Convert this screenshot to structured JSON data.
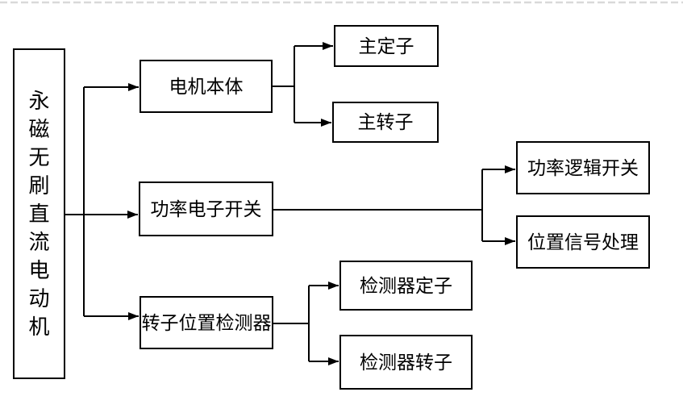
{
  "canvas": {
    "background": "#ffffff",
    "line_color": "#000000",
    "top_dashed_line_color": "#d9d9d9"
  },
  "diagram": {
    "type": "tree",
    "nodes": {
      "root": {
        "label": "永磁无刷直流电动机"
      },
      "motor_body": {
        "label": "电机本体"
      },
      "main_stator": {
        "label": "主定子"
      },
      "main_rotor": {
        "label": "主转子"
      },
      "power_switch": {
        "label": "功率电子开关"
      },
      "power_logic": {
        "label": "功率逻辑开关"
      },
      "position_signal": {
        "label": "位置信号处理"
      },
      "rotor_detector": {
        "label": "转子位置检测器"
      },
      "detector_stator": {
        "label": "检测器定子"
      },
      "detector_rotor": {
        "label": "检测器转子"
      }
    },
    "edges": [
      {
        "from": "root",
        "to": "motor_body"
      },
      {
        "from": "root",
        "to": "power_switch"
      },
      {
        "from": "root",
        "to": "rotor_detector"
      },
      {
        "from": "motor_body",
        "to": "main_stator"
      },
      {
        "from": "motor_body",
        "to": "main_rotor"
      },
      {
        "from": "power_switch",
        "to": "power_logic"
      },
      {
        "from": "power_switch",
        "to": "position_signal"
      },
      {
        "from": "rotor_detector",
        "to": "detector_stator"
      },
      {
        "from": "rotor_detector",
        "to": "detector_rotor"
      }
    ]
  }
}
